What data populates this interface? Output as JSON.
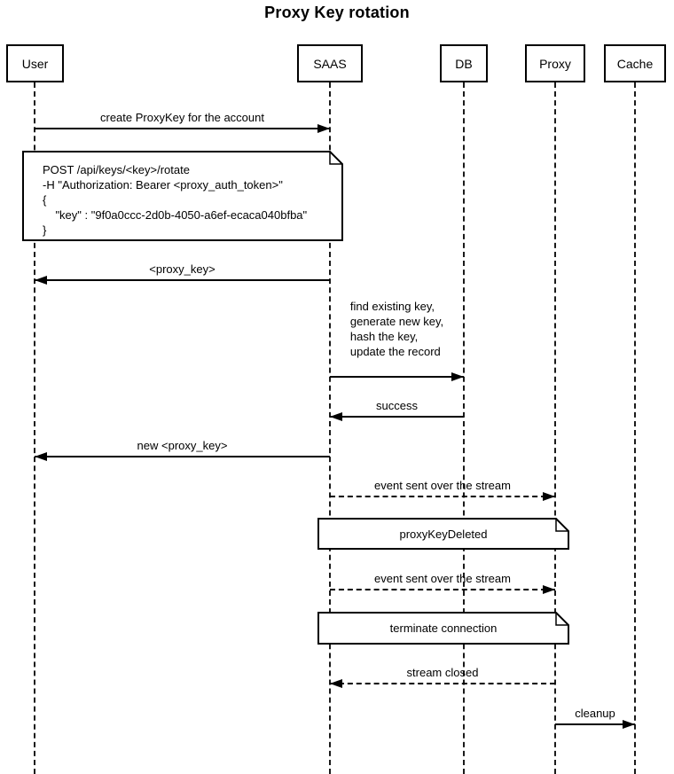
{
  "title": "Proxy Key rotation",
  "colors": {
    "stroke": "#000000",
    "background": "#ffffff",
    "text": "#000000"
  },
  "actors": [
    {
      "name": "User"
    },
    {
      "name": "SAAS"
    },
    {
      "name": "DB"
    },
    {
      "name": "Proxy"
    },
    {
      "name": "Cache"
    }
  ],
  "messages": [
    {
      "label": "create ProxyKey for the account",
      "from": "User",
      "to": "SAAS",
      "line": "solid"
    },
    {
      "label": "<proxy_key>",
      "from": "SAAS",
      "to": "User",
      "line": "solid"
    },
    {
      "label": "find existing key,\ngenerate new key,\nhash the key,\nupdate the record",
      "from": "SAAS",
      "to": "DB",
      "line": "solid"
    },
    {
      "label": "success",
      "from": "DB",
      "to": "SAAS",
      "line": "solid"
    },
    {
      "label": "new <proxy_key>",
      "from": "SAAS",
      "to": "User",
      "line": "solid"
    },
    {
      "label": "event sent over the stream",
      "from": "SAAS",
      "to": "Proxy",
      "line": "dashed"
    },
    {
      "label": "event sent over the stream",
      "from": "SAAS",
      "to": "Proxy",
      "line": "dashed"
    },
    {
      "label": "stream closed",
      "from": "Proxy",
      "to": "SAAS",
      "line": "dashed"
    },
    {
      "label": "cleanup",
      "from": "Proxy",
      "to": "Cache",
      "line": "solid"
    }
  ],
  "notes": [
    {
      "label": "POST /api/keys/<key>/rotate\n-H \"Authorization: Bearer <proxy_auth_token>\"\n{\n    \"key\" : \"9f0a0ccc-2d0b-4050-a6ef-ecaca040bfba\"\n}",
      "over": "User,SAAS"
    },
    {
      "label": "proxyKeyDeleted",
      "over": "SAAS,Proxy"
    },
    {
      "label": "terminate connection",
      "over": "SAAS,Proxy"
    }
  ]
}
